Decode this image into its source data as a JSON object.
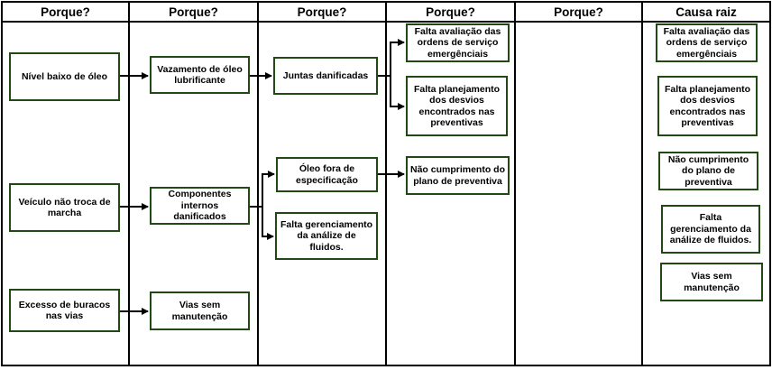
{
  "headers": [
    "Porque?",
    "Porque?",
    "Porque?",
    "Porque?",
    "Porque?",
    "Causa raiz"
  ],
  "boxes": {
    "oleo_baixo": "Nível baixo de óleo",
    "vazamento": "Vazamento de óleo lubrificante",
    "juntas": "Juntas danificadas",
    "falta_avaliacao": "Falta avaliação das ordens de serviço emergênciais",
    "falta_planejamento": "Falta planejamento dos desvios encontrados nas preventivas",
    "nao_troca": "Veículo não troca de marcha",
    "componentes": "Componentes internos danificados",
    "oleo_fora": "Óleo fora de especificação",
    "falta_gerenciamento": "Falta gerenciamento da análize de fluidos.",
    "nao_cumprimento": "Não cumprimento do plano de preventiva",
    "buracos": "Excesso de buracos nas vias",
    "vias_sem": "Vias sem manutenção"
  },
  "root_causes": {
    "r1": "Falta avaliação das ordens de serviço emergênciais",
    "r2": "Falta planejamento dos desvios encontrados nas preventivas",
    "r3": "Não cumprimento do plano de preventiva",
    "r4": "Falta gerenciamento da análize de fluidos.",
    "r5": "Vias sem manutenção"
  },
  "colors": {
    "border": "#000000",
    "box_border": "#1f4a14"
  }
}
